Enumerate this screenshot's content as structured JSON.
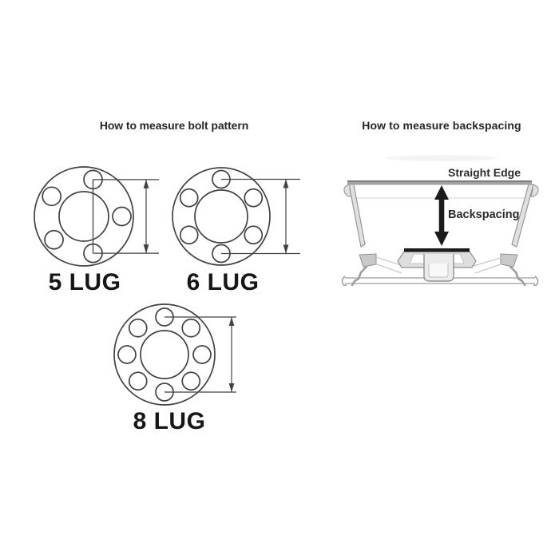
{
  "titles": {
    "bolt_pattern": "How to measure bolt pattern",
    "backspacing": "How to measure backspacing"
  },
  "lug_diagrams": [
    {
      "label": "5 LUG",
      "lug_count": 5
    },
    {
      "label": "6 LUG",
      "lug_count": 6
    },
    {
      "label": "8 LUG",
      "lug_count": 8
    }
  ],
  "backspacing_labels": {
    "straight_edge": "Straight Edge",
    "backspacing": "Backspacing"
  },
  "colors": {
    "background": "#ffffff",
    "line": "#424242",
    "text": "#262626",
    "black_arrow": "#1b1b1b",
    "light_fill": "#e0e0e0",
    "gray_outline": "#8f8f8f",
    "bar_gray": "#a3a3a3"
  }
}
